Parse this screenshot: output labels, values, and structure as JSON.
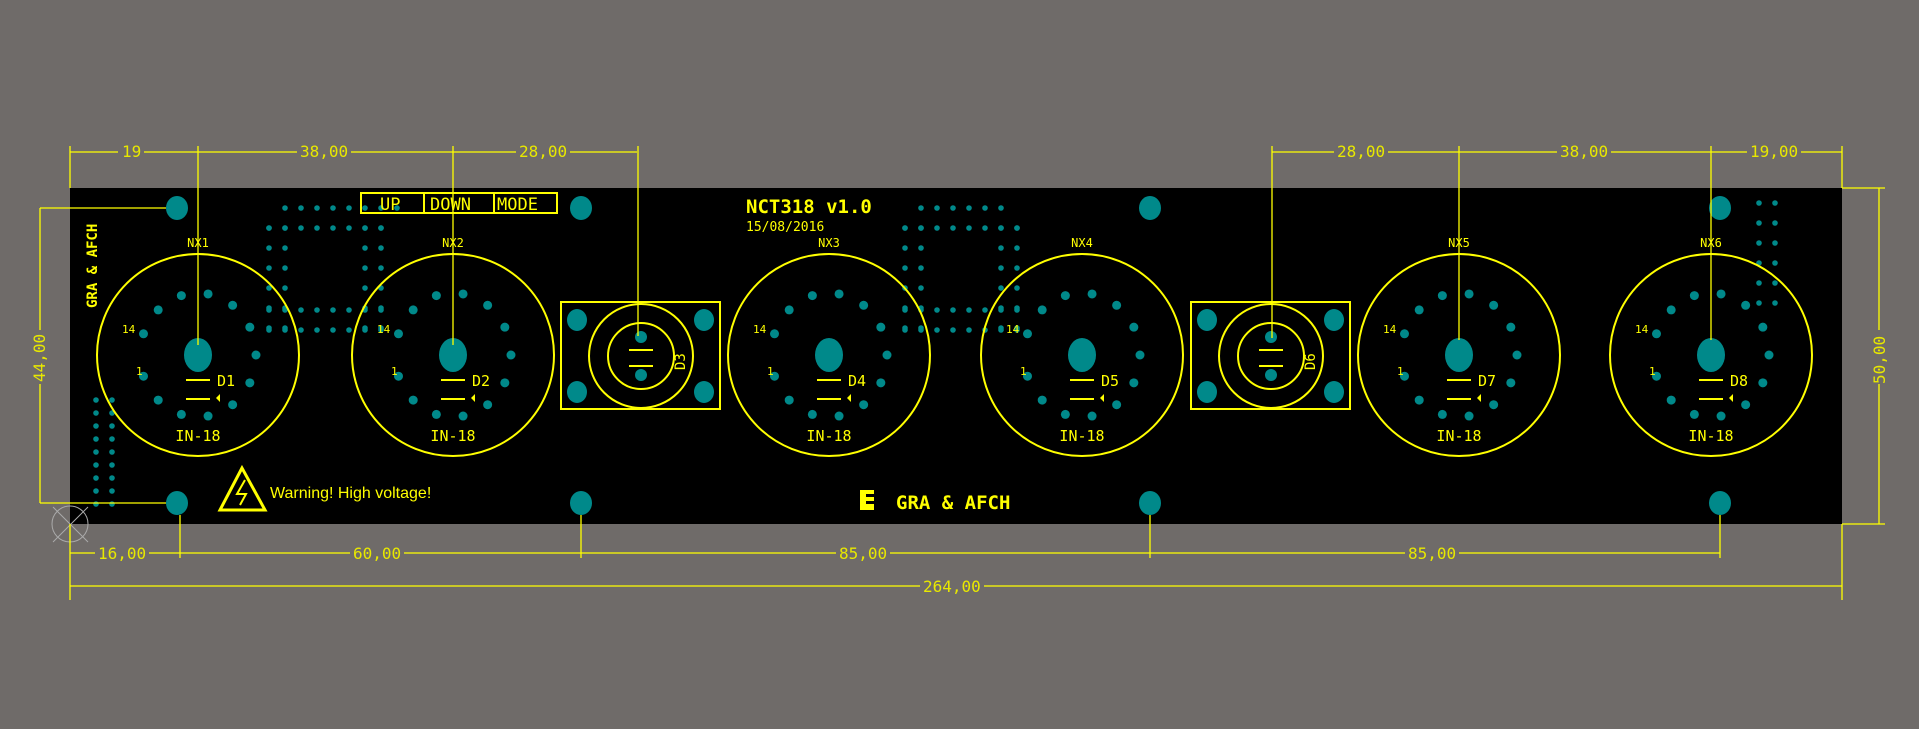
{
  "board": {
    "title": "NCT318 v1.0",
    "date": "15/08/2016",
    "buttons": [
      "UP",
      "DOWN",
      "MODE"
    ],
    "side_label": "GRA & AFCH",
    "warning": "Warning! High voltage!",
    "logo_text": "GRA & AFCH",
    "colors": {
      "board": "#000000",
      "silk": "#ffff00",
      "pad": "#00898a",
      "background": "#6f6b69"
    }
  },
  "tubes": [
    {
      "ref": "NX1",
      "led": "D1",
      "type": "IN-18"
    },
    {
      "ref": "NX2",
      "led": "D2",
      "type": "IN-18"
    },
    {
      "ref": "NX3",
      "led": "D4",
      "type": "IN-18"
    },
    {
      "ref": "NX4",
      "led": "D5",
      "type": "IN-18"
    },
    {
      "ref": "NX5",
      "led": "D7",
      "type": "IN-18"
    },
    {
      "ref": "NX6",
      "led": "D8",
      "type": "IN-18"
    }
  ],
  "pin_labels": {
    "first": "1",
    "last": "14"
  },
  "separators": [
    {
      "ref": "D3"
    },
    {
      "ref": "D6"
    }
  ],
  "dimensions": {
    "top": [
      "19",
      "38,00",
      "28,00",
      "28,00",
      "38,00",
      "19,00"
    ],
    "bottom": [
      "16,00",
      "60,00",
      "85,00",
      "85,00"
    ],
    "overall_width": "264,00",
    "left_height": "44,00",
    "right_height": "50,00"
  }
}
